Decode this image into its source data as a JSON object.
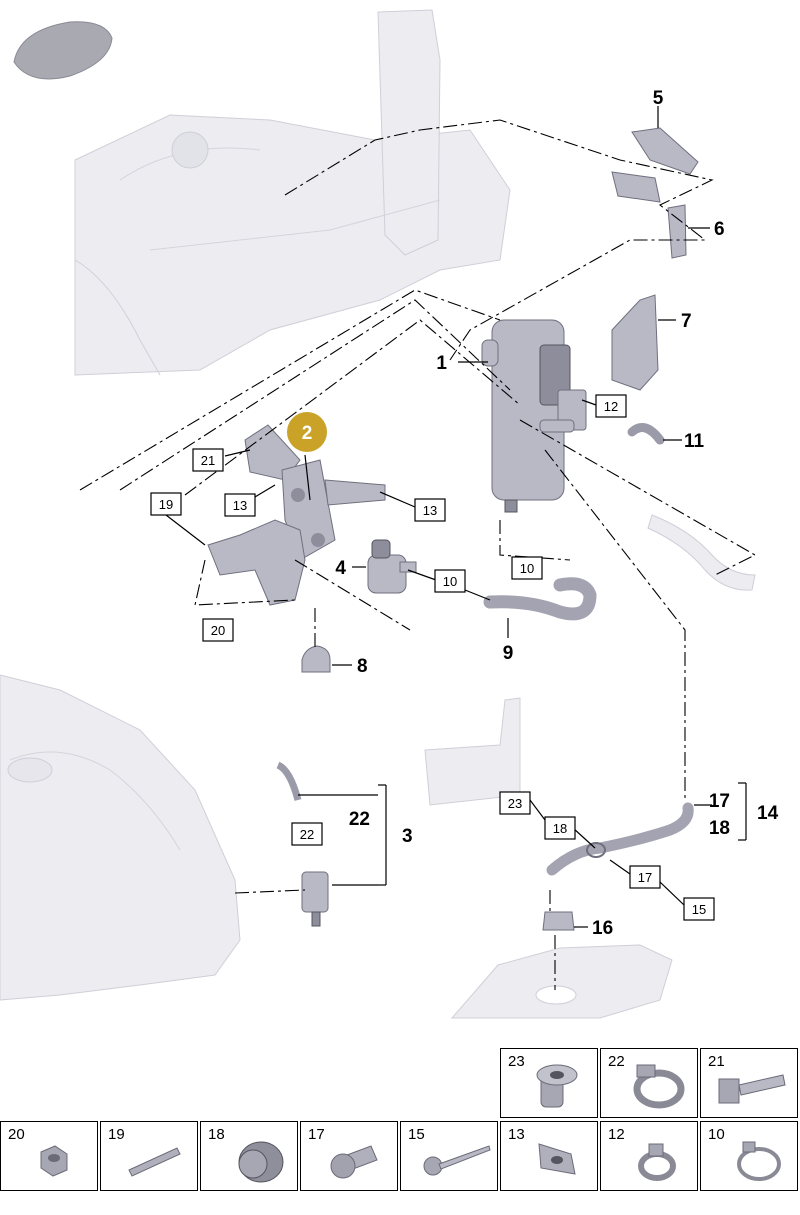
{
  "callouts": [
    {
      "id": "c1",
      "label": "1"
    },
    {
      "id": "c2",
      "label": "2"
    },
    {
      "id": "c3",
      "label": "3"
    },
    {
      "id": "c4",
      "label": "4"
    },
    {
      "id": "c5",
      "label": "5"
    },
    {
      "id": "c6",
      "label": "6"
    },
    {
      "id": "c7",
      "label": "7"
    },
    {
      "id": "c8",
      "label": "8"
    },
    {
      "id": "c9",
      "label": "9"
    },
    {
      "id": "c11",
      "label": "11"
    },
    {
      "id": "c14",
      "label": "14"
    },
    {
      "id": "c16",
      "label": "16"
    },
    {
      "id": "c17",
      "label": "17"
    },
    {
      "id": "c18",
      "label": "18"
    },
    {
      "id": "c22",
      "label": "22"
    }
  ],
  "boxed_labels": {
    "b12": "12",
    "b21": "21",
    "b13a": "13",
    "b13b": "13",
    "b19": "19",
    "b20": "20",
    "b10a": "10",
    "b10b": "10",
    "b22": "22",
    "b23": "23",
    "b18": "18",
    "b17": "17",
    "b15": "15"
  },
  "highlight": {
    "label": "2",
    "color": "#c9a227"
  },
  "parts_table": {
    "top_row": [
      {
        "num": "23",
        "icon": "rivet-nut-icon"
      },
      {
        "num": "22",
        "icon": "hose-clamp-icon"
      },
      {
        "num": "21",
        "icon": "hex-bolt-icon"
      }
    ],
    "bottom_row": [
      {
        "num": "20",
        "icon": "hex-nut-icon"
      },
      {
        "num": "19",
        "icon": "stud-bolt-icon"
      },
      {
        "num": "18",
        "icon": "grommet-icon"
      },
      {
        "num": "17",
        "icon": "spacer-sleeve-icon"
      },
      {
        "num": "15",
        "icon": "long-bolt-icon"
      },
      {
        "num": "13",
        "icon": "clip-nut-icon"
      },
      {
        "num": "12",
        "icon": "spring-clamp-icon"
      },
      {
        "num": "10",
        "icon": "band-clamp-icon"
      }
    ]
  }
}
